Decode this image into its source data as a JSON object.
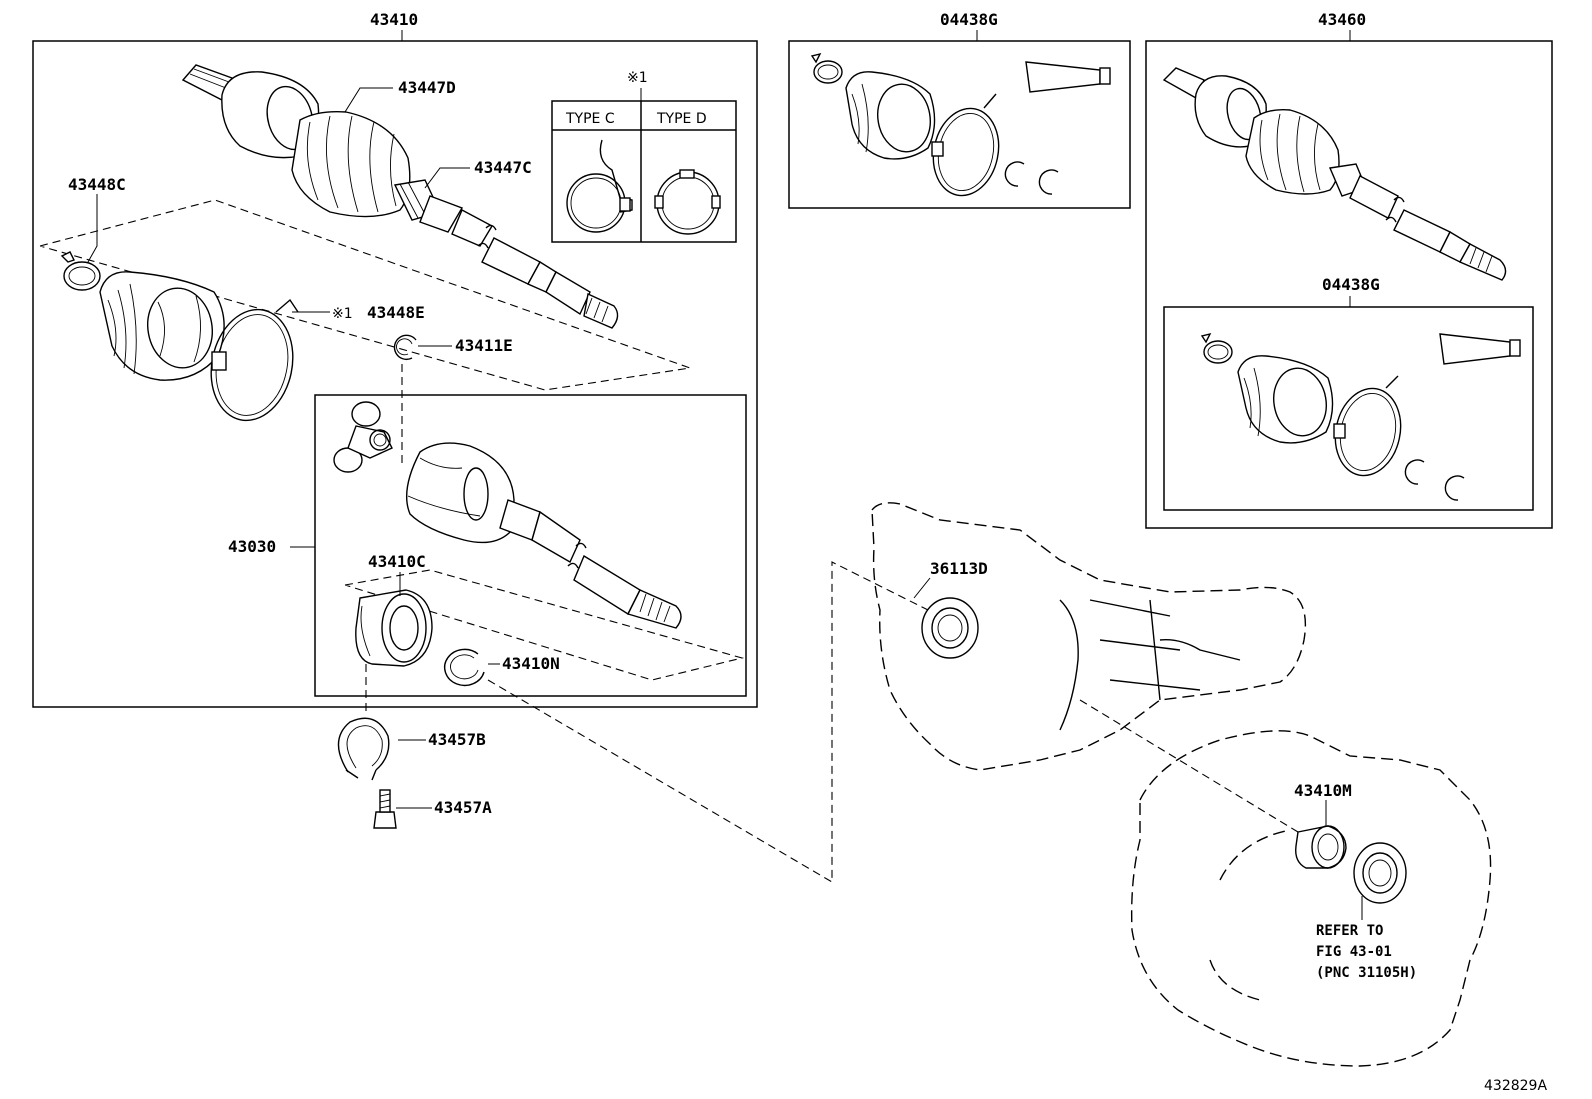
{
  "diagram_id": "432829A",
  "groups": {
    "left_assembly": "43410",
    "boot_kit_top": "04438G",
    "right_assembly": "43460",
    "boot_kit_right": "04438G"
  },
  "labels": {
    "outer_boot": "43447D",
    "boot_clamp_inner": "43447C",
    "small_clamp": "43448C",
    "large_clamp_mark": "※1",
    "large_clamp": "43448E",
    "snap_ring": "43411E",
    "inner_joint": "43030",
    "bearing": "43410C",
    "bearing_snap_ring": "43410N",
    "bracket": "43457B",
    "bolt": "43457A",
    "case_seal": "36113D",
    "trans_bearing": "43410M"
  },
  "inset": {
    "mark": "※1",
    "type_c": "TYPE C",
    "type_d": "TYPE D"
  },
  "refer_note": {
    "line1": "REFER TO",
    "line2": "FIG 43-01",
    "line3": "(PNC 31105H)"
  }
}
